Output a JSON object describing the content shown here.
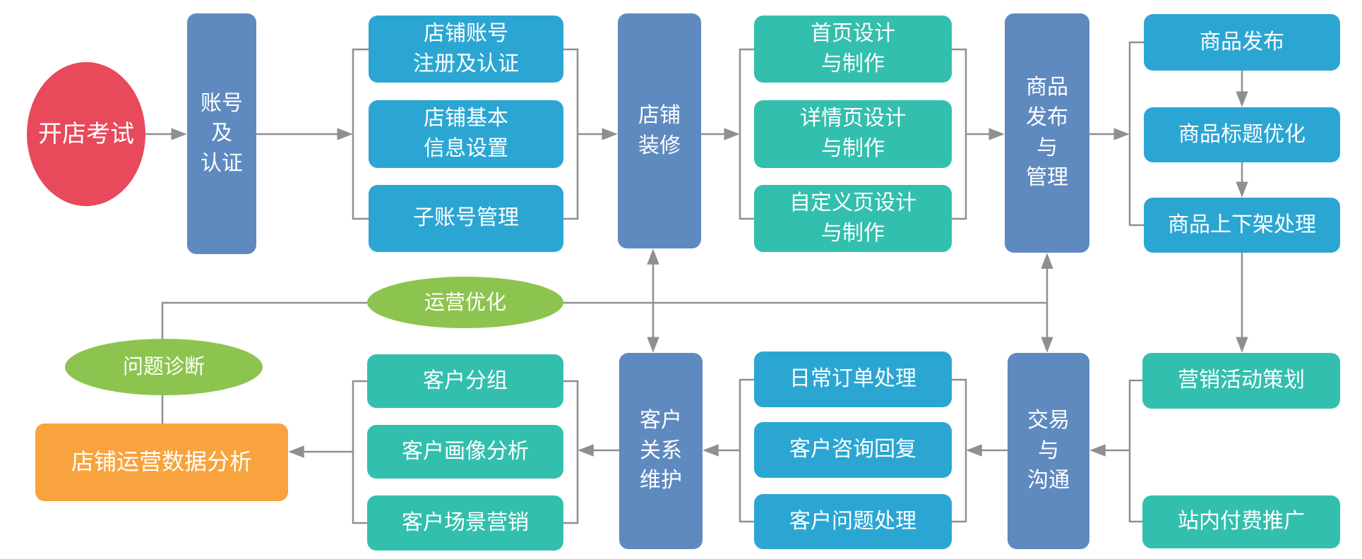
{
  "palette": {
    "red": "#E8495B",
    "blue": "#5E8AC0",
    "cyan": "#2BA6D3",
    "teal": "#33BFAD",
    "green": "#8DC44F",
    "orange": "#F8A33E",
    "line": "#8F8F8F",
    "text": "#FFFFFF",
    "background": "#FFFFFF"
  },
  "nodes": {
    "store_exam": {
      "label": "开店考试"
    },
    "account_certification": {
      "label": "账号\n及\n认证"
    },
    "shop_account_registration": {
      "label": "店铺账号\n注册及认证"
    },
    "shop_basic_info": {
      "label": "店铺基本\n信息设置"
    },
    "sub_account": {
      "label": "子账号管理"
    },
    "shop_decoration": {
      "label": "店铺\n装修"
    },
    "homepage_design": {
      "label": "首页设计\n与制作"
    },
    "detail_page_design": {
      "label": "详情页设计\n与制作"
    },
    "custom_page_design": {
      "label": "自定义页设计\n与制作"
    },
    "product_publish_manage": {
      "label": "商品\n发布\n与\n管理"
    },
    "product_publish": {
      "label": "商品发布"
    },
    "product_title_optimization": {
      "label": "商品标题优化"
    },
    "product_shelf_handling": {
      "label": "商品上下架处理"
    },
    "marketing_campaign": {
      "label": "营销活动策划"
    },
    "paid_promotion": {
      "label": "站内付费推广"
    },
    "transaction_communication": {
      "label": "交易\n与\n沟通"
    },
    "daily_order": {
      "label": "日常订单处理"
    },
    "customer_inquiry": {
      "label": "客户咨询回复"
    },
    "customer_issue": {
      "label": "客户问题处理"
    },
    "customer_relationship": {
      "label": "客户\n关系\n维护"
    },
    "customer_grouping": {
      "label": "客户分组"
    },
    "customer_profile": {
      "label": "客户画像分析"
    },
    "customer_scenario": {
      "label": "客户场景营销"
    },
    "operation_optimization": {
      "label": "运营优化"
    },
    "problem_diagnosis": {
      "label": "问题诊断"
    },
    "data_analysis": {
      "label": "店铺运营数据分析"
    }
  }
}
